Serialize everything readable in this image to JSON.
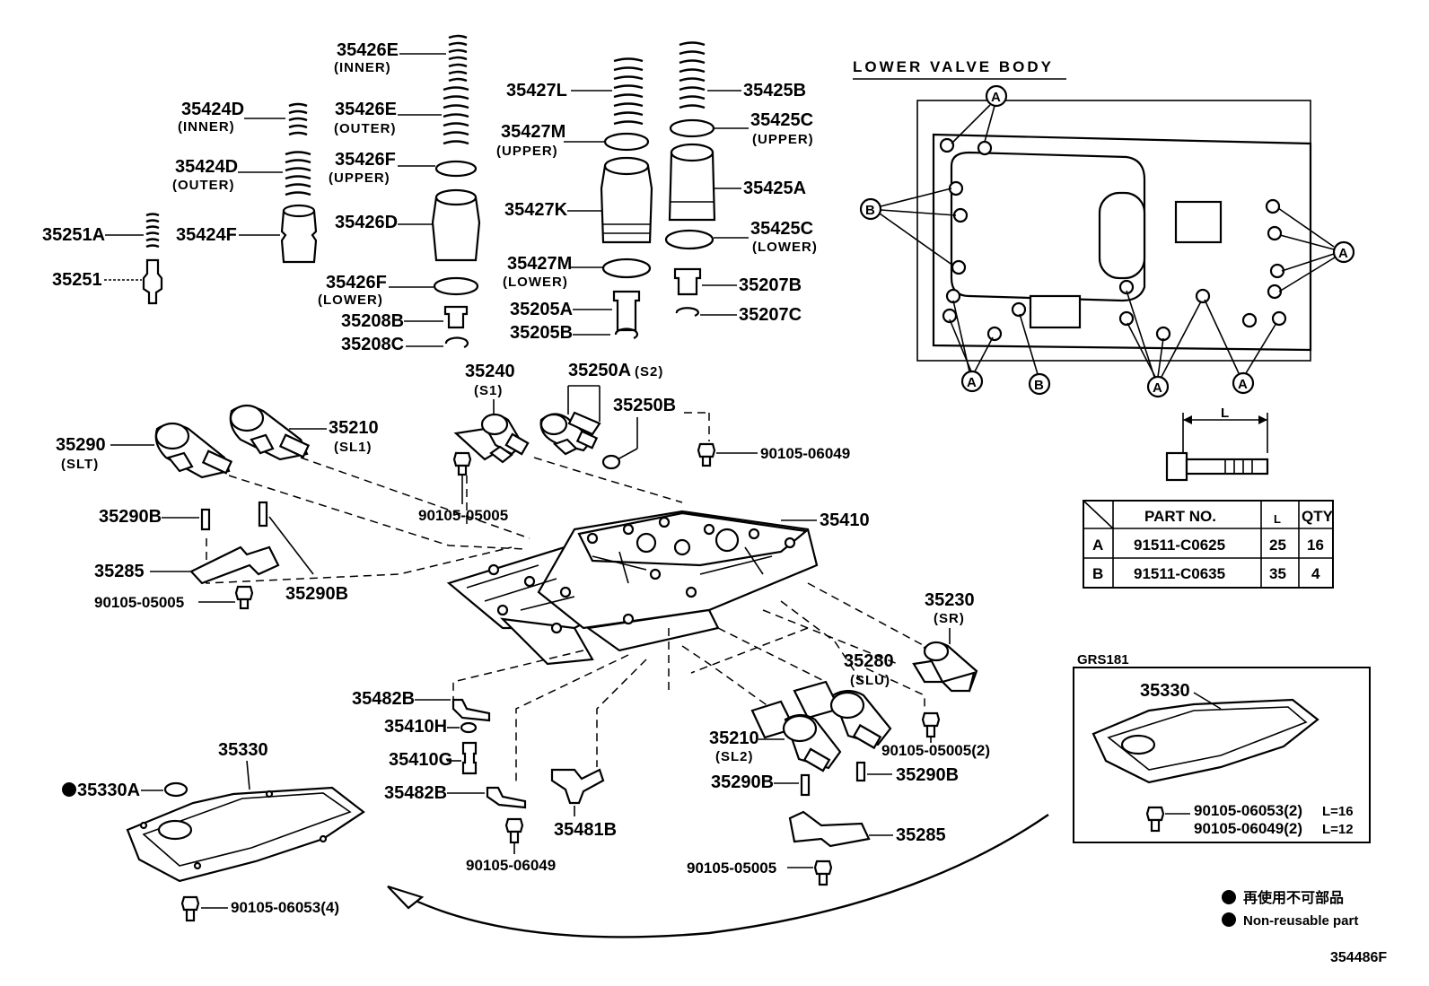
{
  "title": "LOWER VALVE BODY",
  "diagram_code": "354486F",
  "callouts": {
    "p35426E_inner": "35426E",
    "p35426E_inner_sub": "(INNER)",
    "p35426E_outer": "35426E",
    "p35426E_outer_sub": "(OUTER)",
    "p35424D_inner": "35424D",
    "p35424D_inner_sub": "(INNER)",
    "p35424D_outer": "35424D",
    "p35424D_outer_sub": "(OUTER)",
    "p35426F_upper": "35426F",
    "p35426F_upper_sub": "(UPPER)",
    "p35251A": "35251A",
    "p35424F": "35424F",
    "p35426D": "35426D",
    "p35251": "35251",
    "p35426F_lower": "35426F",
    "p35426F_lower_sub": "(LOWER)",
    "p35208B": "35208B",
    "p35208C": "35208C",
    "p35427L": "35427L",
    "p35427M_upper": "35427M",
    "p35427M_upper_sub": "(UPPER)",
    "p35427K": "35427K",
    "p35427M_lower": "35427M",
    "p35427M_lower_sub": "(LOWER)",
    "p35205A": "35205A",
    "p35205B": "35205B",
    "p35425B": "35425B",
    "p35425C_upper": "35425C",
    "p35425C_upper_sub": "(UPPER)",
    "p35425A": "35425A",
    "p35425C_lower": "35425C",
    "p35425C_lower_sub": "(LOWER)",
    "p35207B": "35207B",
    "p35207C": "35207C",
    "p35240": "35240",
    "p35240_sub": "(S1)",
    "p35250A": "35250A",
    "p35250A_sub": "(S2)",
    "p35250B": "35250B",
    "p35210_sl1": "35210",
    "p35210_sl1_sub": "(SL1)",
    "p35290": "35290",
    "p35290_sub": "(SLT)",
    "bolt_90105_06049_top": "90105-06049",
    "bolt_90105_05005_top": "90105-05005",
    "p35410": "35410",
    "p35290B_left": "35290B",
    "p35285_left": "35285",
    "bolt_90105_05005_left": "90105-05005",
    "p35290B_left2": "35290B",
    "p35230": "35230",
    "p35230_sub": "(SR)",
    "p35280": "35280",
    "p35280_sub": "(SLU)",
    "p35482B_upper": "35482B",
    "p35410H": "35410H",
    "p35410G": "35410G",
    "p35482B_lower": "35482B",
    "p35481B": "35481B",
    "p35210_sl2": "35210",
    "p35210_sl2_sub": "(SL2)",
    "bolt_90105_05005_2": "90105-05005(2)",
    "p35290B_right": "35290B",
    "p35290B_right2": "35290B",
    "p35285_right": "35285",
    "bolt_90105_05005_bottom": "90105-05005",
    "bolt_90105_06049_bottom": "90105-06049",
    "p35330": "35330",
    "p35330A": "35330A",
    "bolt_90105_06053_4": "90105-06053(4)"
  },
  "lower_valve_body": {
    "marker_a": "A",
    "marker_b": "B",
    "dimension_label": "L"
  },
  "bolt_table": {
    "headers": [
      "",
      "PART NO.",
      "L",
      "QTY"
    ],
    "rows": [
      [
        "A",
        "91511-C0625",
        "25",
        "16"
      ],
      [
        "B",
        "91511-C0635",
        "35",
        "4"
      ]
    ]
  },
  "grs181_box": {
    "title": "GRS181",
    "part": "35330",
    "bolt_line1": "90105-06053(2)",
    "bolt_line1_len": "L=16",
    "bolt_line2": "90105-06049(2)",
    "bolt_line2_len": "L=12"
  },
  "legend": {
    "jp": "再使用不可部品",
    "en": "Non-reusable part"
  }
}
